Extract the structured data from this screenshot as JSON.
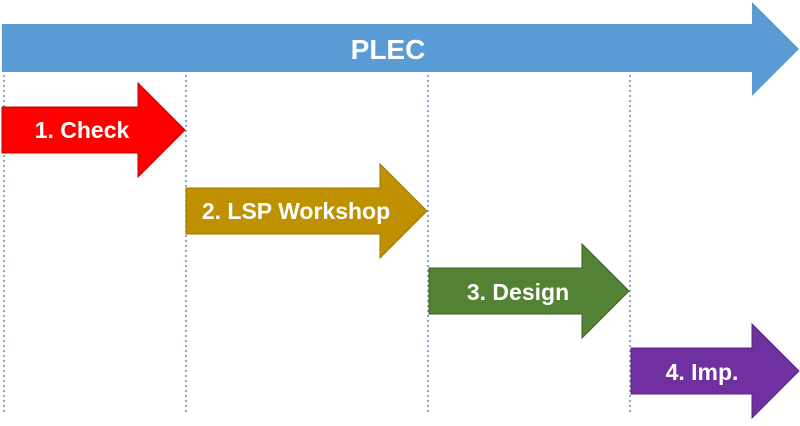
{
  "diagram": {
    "main_arrow": {
      "label": "PLEC",
      "color": "#5b9bd5"
    },
    "phases": [
      {
        "label": "1. Check",
        "color": "#ff0000",
        "border": "#c00000"
      },
      {
        "label": "2. LSP Workshop",
        "color": "#bf9000",
        "border": "#9c7600"
      },
      {
        "label": "3. Design",
        "color": "#548235",
        "border": "#3d6126"
      },
      {
        "label": "4. Imp.",
        "color": "#7030a0",
        "border": "#5a2680"
      }
    ]
  }
}
